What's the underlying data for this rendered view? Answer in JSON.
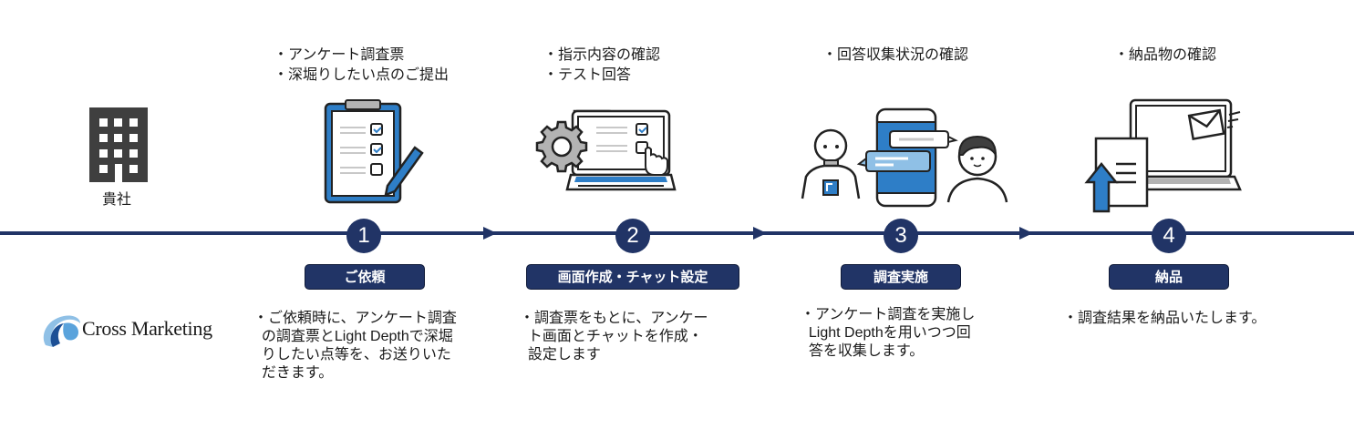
{
  "client": {
    "label": "貴社",
    "icon": "building-icon"
  },
  "vendor": {
    "logo_text": "Cross Marketing",
    "icon": "cross-marketing-logo-icon"
  },
  "colors": {
    "navy": "#213466",
    "accent_blue": "#2e7ec7",
    "light_blue": "#8fc0e6",
    "gray": "#b3b3b3",
    "dark_gray": "#3f3f3f"
  },
  "steps": [
    {
      "number": "1",
      "title": "ご依頼",
      "client_tasks": "・アンケート調査票\n・深堀りしたい点のご提出",
      "description": "・ご依頼時に、アンケート調査\n  の調査票とLight Depthで深堀\n  りしたい点等を、お送りいた\n  だきます。",
      "icon": "clipboard-checklist-icon"
    },
    {
      "number": "2",
      "title": "画面作成・チャット設定",
      "client_tasks": "・指示内容の確認\n・テスト回答",
      "description": "・調査票をもとに、アンケー\n  ト画面とチャットを作成・\n  設定します",
      "icon": "gear-laptop-icon"
    },
    {
      "number": "3",
      "title": "調査実施",
      "client_tasks": "・回答収集状況の確認",
      "description": "・アンケート調査を実施し\n  Light Depthを用いつつ回\n  答を収集します。",
      "icon": "robot-chat-person-icon"
    },
    {
      "number": "4",
      "title": "納品",
      "client_tasks": "・納品物の確認",
      "description": "・調査結果を納品いたします。",
      "icon": "laptop-document-mail-icon"
    }
  ]
}
